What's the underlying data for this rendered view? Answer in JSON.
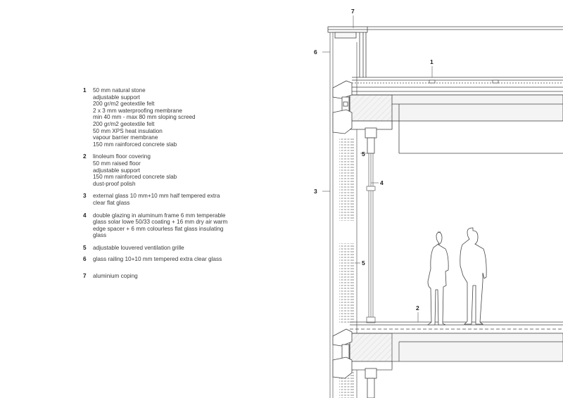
{
  "legend": [
    {
      "num": "1",
      "lines": [
        "50 mm natural stone",
        "adjustable support",
        "200 gr/m2 geotextile felt",
        "2 x 3 mm waterproofing membrane",
        "min 40 mm - max 80 mm sloping screed",
        "200 gr/m2 geotextile felt",
        "50 mm XPS heat insulation",
        "vapour barrier membrane",
        "150 mm rainforced concrete slab"
      ]
    },
    {
      "num": "2",
      "lines": [
        "linoleum floor covering",
        "50 mm raised floor",
        "adjustable support",
        "150 mm rainforced concrete slab",
        "dust-proof polish"
      ]
    },
    {
      "num": "3",
      "lines": [
        "external glass 10 mm+10 mm half tempered extra",
        "clear flat glass"
      ]
    },
    {
      "num": "4",
      "lines": [
        "double glazing in aluminum frame 6 mm temperable",
        "glass solar lowe 50/33 coating + 16 mm dry air warm",
        "edge spacer + 6 mm colourless flat glass insulating",
        "glass"
      ]
    },
    {
      "num": "5",
      "lines": [
        "adjustable louvered ventilation grille"
      ]
    },
    {
      "num": "6",
      "lines": [
        "glass railing 10+10 mm tempered extra clear glass"
      ]
    },
    {
      "num": "7",
      "lines": [
        "aluminium coping"
      ]
    }
  ],
  "callouts": {
    "c7": "7",
    "c6": "6",
    "c1": "1",
    "c5a": "5",
    "c4": "4",
    "c3": "3",
    "c5b": "5",
    "c2": "2"
  },
  "colors": {
    "line": "#4a4a4a",
    "concrete": "#f3f3f3",
    "text": "#333333"
  }
}
